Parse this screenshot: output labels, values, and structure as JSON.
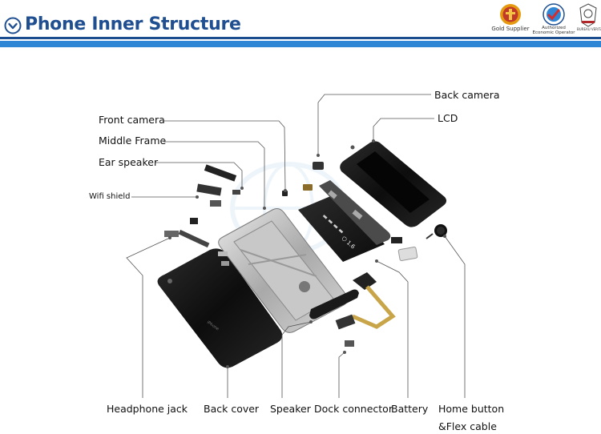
{
  "header": {
    "title": "Phone Inner Structure",
    "badges": {
      "gold_supplier": "Gold Supplier",
      "aeo_line1": "Authorized",
      "aeo_line2": "Economic Operator",
      "veritas": "BUREAU VERITAS"
    }
  },
  "labels": {
    "back_camera": "Back camera",
    "lcd": "LCD",
    "front_camera": "Front camera",
    "middle_frame": "Middle Frame",
    "ear_speaker": "Ear speaker",
    "wifi_shield": "Wifi shield",
    "headphone_jack": "Headphone jack",
    "back_cover": "Back cover",
    "speaker": "Speaker",
    "dock_connector": "Dock connector",
    "battery": "Battery",
    "home_button_line1": "Home button",
    "home_button_line2": "&Flex cable"
  },
  "colors": {
    "title_blue": "#1f4f91",
    "rule_dark": "#1a4d8f",
    "rule_light": "#2f86d4",
    "leader_line": "#555555"
  }
}
